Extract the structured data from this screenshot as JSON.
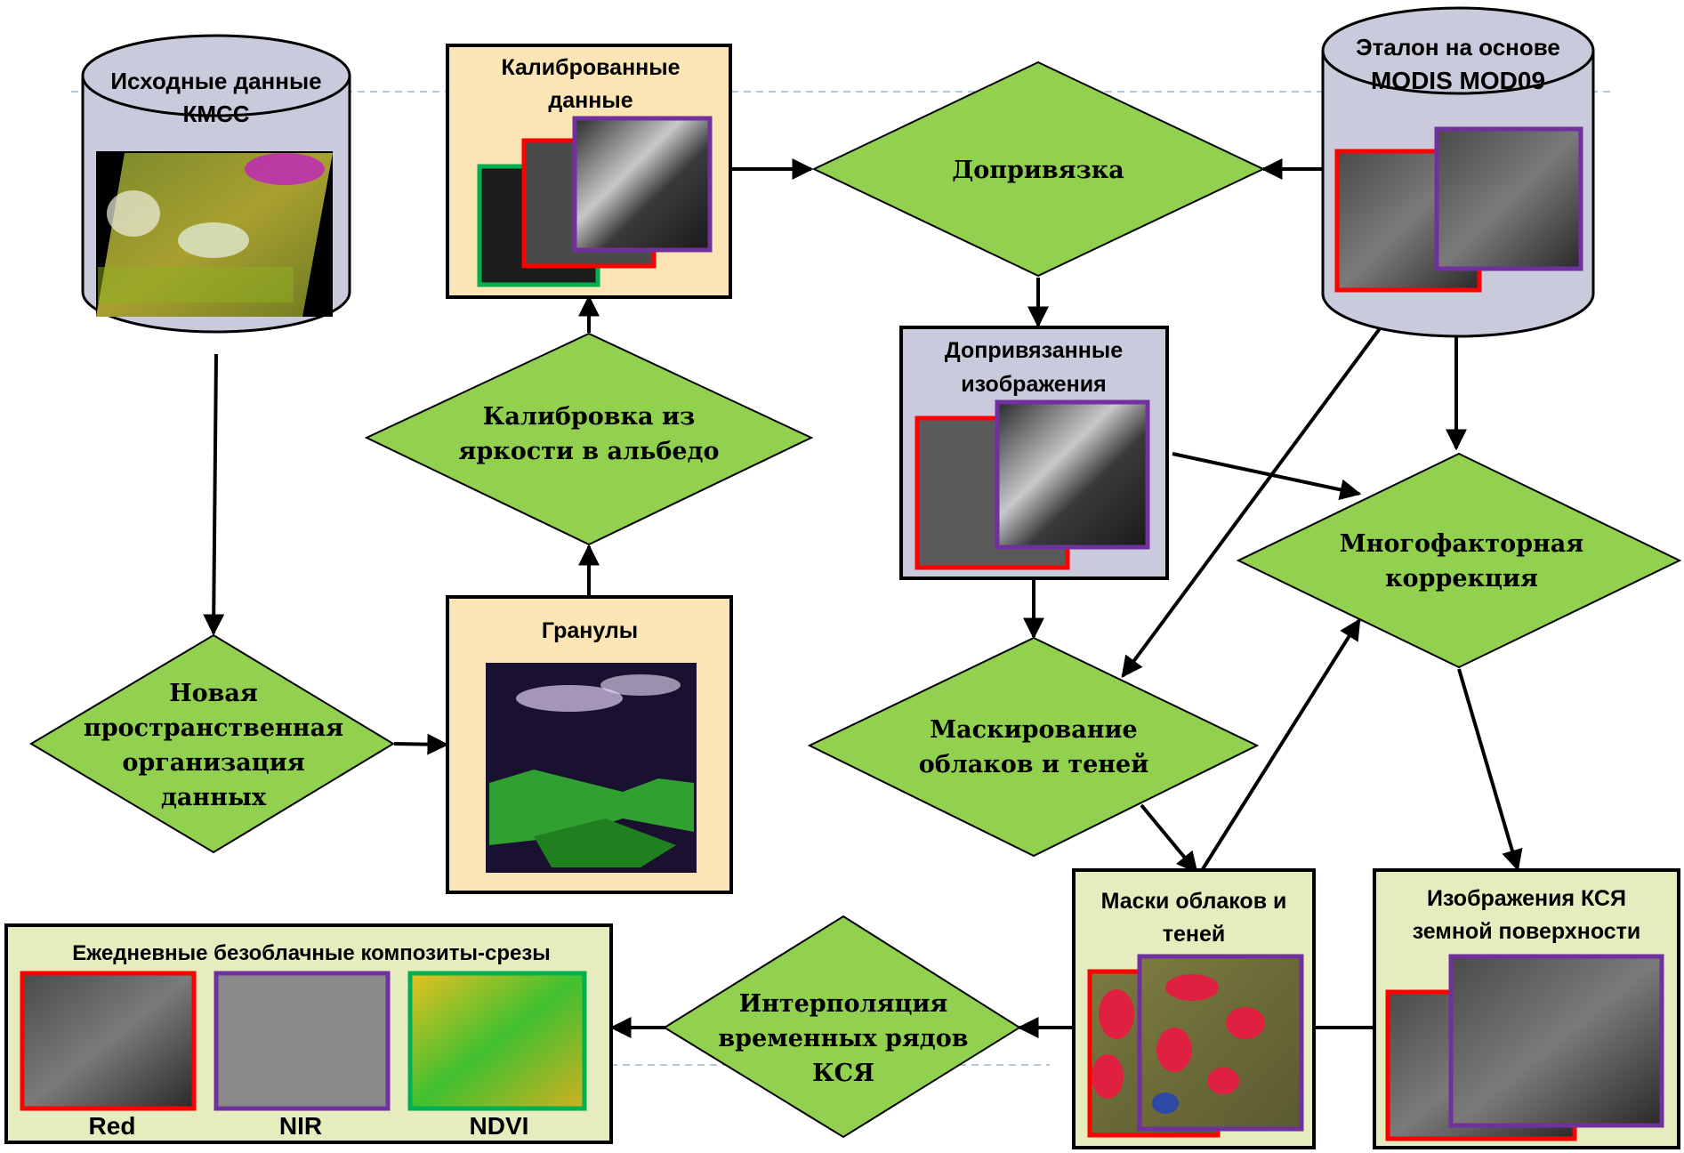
{
  "nodes": {
    "source": {
      "label_line1": "Исходные данные",
      "label_line2": "КМСС"
    },
    "calibrated": {
      "label_line1": "Калиброванные",
      "label_line2": "данные"
    },
    "reference": {
      "label_line1": "Эталон на основе",
      "label_line2": "MODIS MOD09"
    },
    "coreg": {
      "label": "Допривязка"
    },
    "coreg_images": {
      "label_line1": "Допривязанные",
      "label_line2": "изображения"
    },
    "calibration": {
      "label_line1": "Калибровка из",
      "label_line2": "яркости в альбедо"
    },
    "granules": {
      "label": "Гранулы"
    },
    "multifactor": {
      "label_line1": "Многофакторная",
      "label_line2": "коррекция"
    },
    "new_org": {
      "label_line1": "Новая",
      "label_line2": "пространственная",
      "label_line3": "организация",
      "label_line4": "данных"
    },
    "masking": {
      "label_line1": "Маскирование",
      "label_line2": "облаков и теней"
    },
    "masks": {
      "label_line1": "Маски облаков и",
      "label_line2": "теней"
    },
    "ksya": {
      "label_line1": "Изображения КСЯ",
      "label_line2": "земной поверхности"
    },
    "interp": {
      "label_line1": "Интерполяция",
      "label_line2": "временных рядов",
      "label_line3": "КСЯ"
    },
    "composites": {
      "title": "Ежедневные безоблачные композиты-срезы",
      "red_label": "Red",
      "nir_label": "NIR",
      "ndvi_label": "NDVI"
    }
  },
  "colors": {
    "diamond_fill": "#92d050",
    "box_yellow": "#fbe5b5",
    "box_gray": "#c9cbdc",
    "box_lightgreen": "#e6ecbd",
    "cylinder_fill": "#c9cbdc",
    "frame_red": "#ff0000",
    "frame_purple": "#7030a0",
    "frame_green": "#00b050"
  }
}
